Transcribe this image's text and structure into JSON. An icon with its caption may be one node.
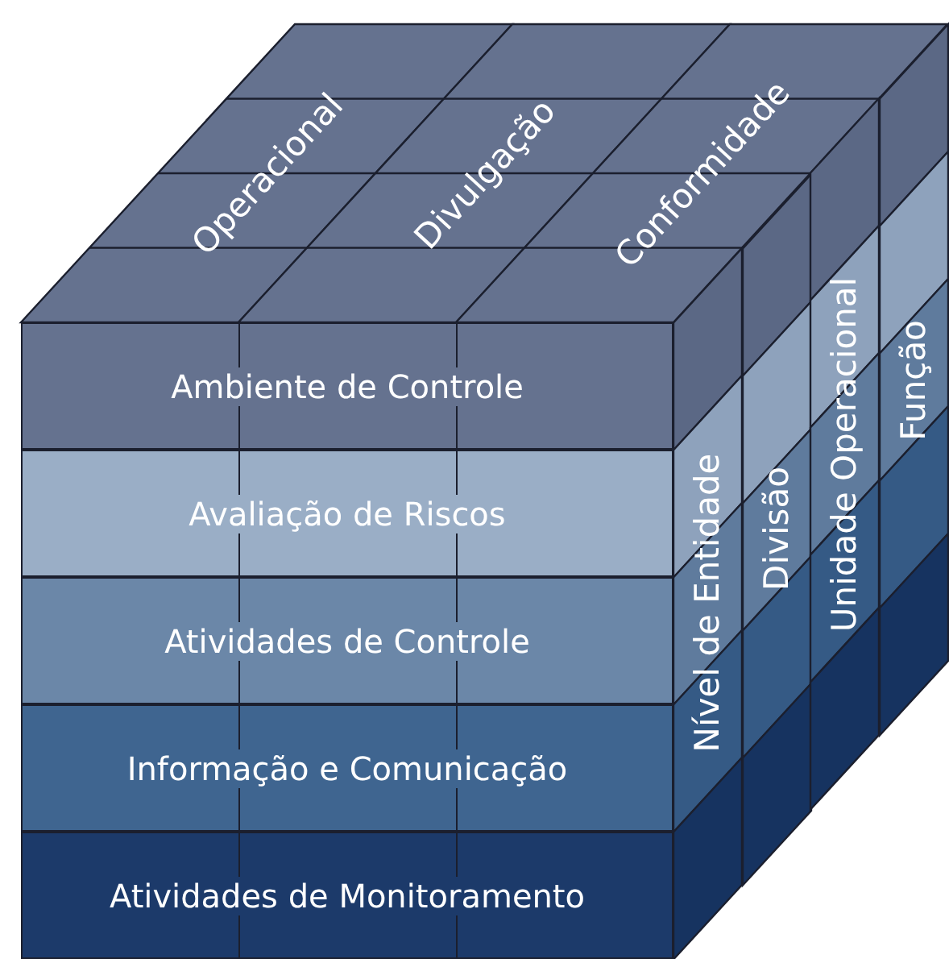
{
  "diagram": {
    "nodes": [
      {
        "text": [
          "Operacional"
        ]
      },
      {
        "text": [
          "Divulgação"
        ]
      },
      {
        "text": [
          "Conformidade"
        ]
      },
      {
        "text": [
          "Ambiente de Controle"
        ]
      },
      {
        "text": [
          "Avaliação de Riscos"
        ]
      },
      {
        "text": [
          "Atividades de Controle"
        ]
      },
      {
        "text": [
          "Informação e Comunicação"
        ]
      },
      {
        "text": [
          "Atividades de Monitoramento"
        ]
      },
      {
        "text": [
          "Nível de Entidade"
        ]
      },
      {
        "text": [
          "Divisão"
        ]
      },
      {
        "text": [
          "Unidade Operacional"
        ]
      },
      {
        "text": [
          "Função"
        ]
      }
    ]
  }
}
